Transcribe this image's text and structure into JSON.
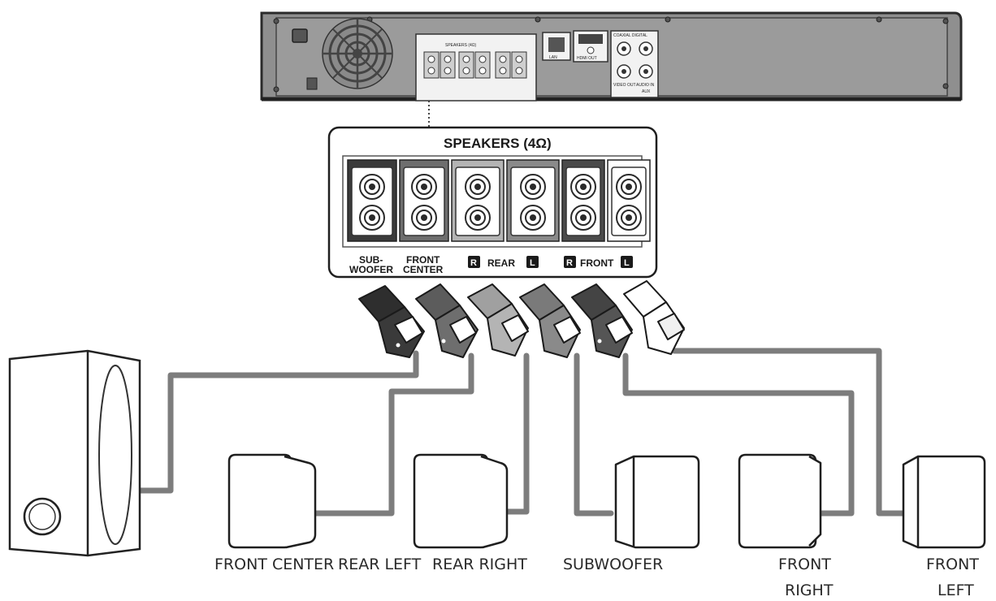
{
  "panel": {
    "title": "SPEAKERS (4Ω)",
    "labels": {
      "sub_line1": "SUB-",
      "sub_line2": "WOOFER",
      "fc_line1": "FRONT",
      "fc_line2": "CENTER",
      "rear": "REAR",
      "front": "FRONT",
      "r": "R",
      "l": "L"
    }
  },
  "device": {
    "speakers_label": "SPEAKERS (4Ω)",
    "lan_label": "LAN",
    "hdmi_label": "HDMI OUT",
    "coax_label": "COAXIAL DIGITAL",
    "video_out_label": "VIDEO OUT",
    "audio_in_label": "AUDIO IN",
    "aux_label": "AUX"
  },
  "speakers": [
    {
      "label1": "FRONT CENTER",
      "label2": ""
    },
    {
      "label1": "REAR LEFT",
      "label2": ""
    },
    {
      "label1": "REAR RIGHT",
      "label2": ""
    },
    {
      "label1": "SUBWOOFER",
      "label2": ""
    },
    {
      "label1": "FRONT",
      "label2": "RIGHT"
    },
    {
      "label1": "FRONT",
      "label2": "LEFT"
    }
  ],
  "colors": {
    "subwoofer": "#3a3a3a",
    "front_center": "#6e6e6e",
    "rear_right": "#a8a8a8",
    "rear_left": "#8a8a8a",
    "front_right": "#555555",
    "front_left": "#ffffff",
    "cable": "#7d7d7d"
  }
}
